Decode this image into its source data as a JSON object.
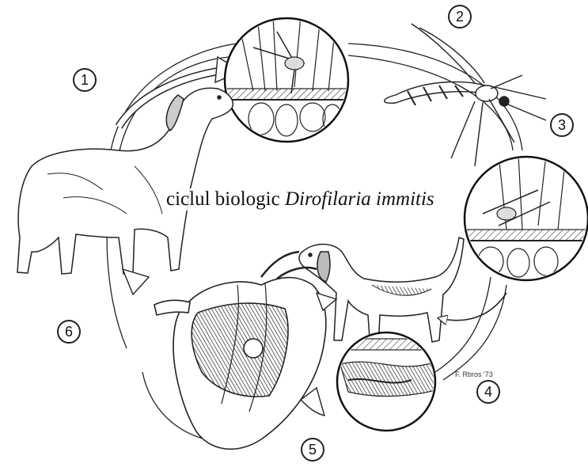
{
  "title": {
    "prefix": "ciclul biologic ",
    "species": "Dirofilaria immitis"
  },
  "steps": [
    {
      "label": "1",
      "stage": "dog-infected"
    },
    {
      "label": "2",
      "stage": "mosquito-feeding"
    },
    {
      "label": "3",
      "stage": "mosquito-larvae-development"
    },
    {
      "label": "4",
      "stage": "dog-bitten-larvae-transmission"
    },
    {
      "label": "5",
      "stage": "heart-adult-worms"
    },
    {
      "label": "6",
      "stage": "microfilariae-release"
    }
  ],
  "signature": "F. Rbros '73",
  "colors": {
    "ink": "#1a1a1a",
    "background": "#ffffff"
  },
  "icons": [
    "dog-icon",
    "mosquito-icon",
    "heart-icon",
    "magnified-skin-icon",
    "cycle-arrow-icon"
  ]
}
